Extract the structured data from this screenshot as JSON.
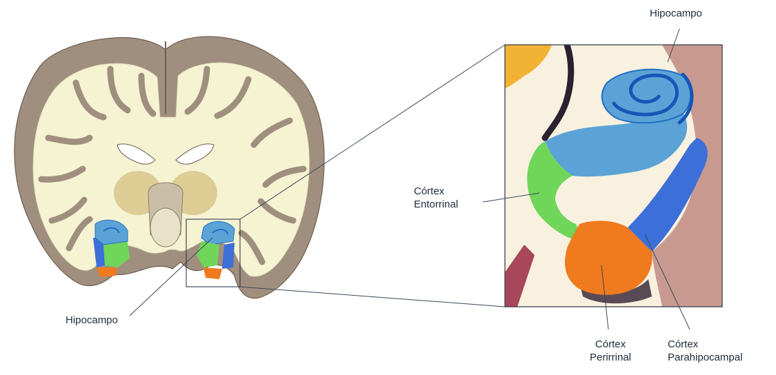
{
  "labels": {
    "hippocampus_top": "Hipocampo",
    "hippocampus_bottom": "Hipocampo",
    "entorhinal": [
      "Córtex",
      "Entorrinal"
    ],
    "perirhinal": [
      "Córtex",
      "Perirrinal"
    ],
    "parahippocampal": [
      "Córtex",
      "Parahipocampal"
    ]
  },
  "colors": {
    "hippocampus": "#5ba3d6",
    "hippocampus_dark": "#1f6ec4",
    "entorhinal": "#6fd65a",
    "perirhinal": "#f07a1e",
    "parahippocampal": "#3d6fd9",
    "gray_matter": "#a08f7f",
    "white_matter": "#f7f5d6",
    "thalamus": "#d8c48a",
    "cortex_pink": "#c89a8f",
    "background_cream": "#f8f1e0",
    "yellow_region": "#f2b233"
  }
}
